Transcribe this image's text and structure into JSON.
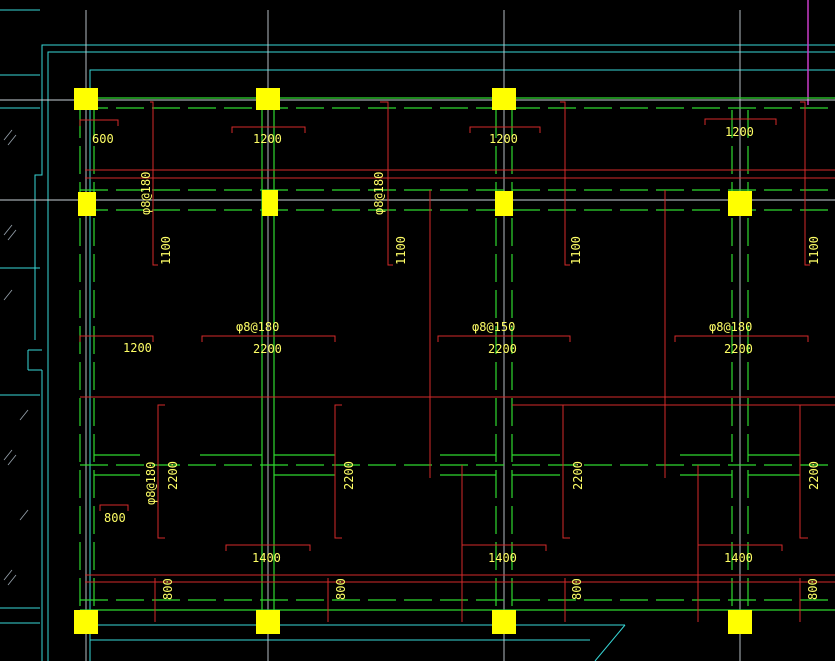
{
  "colors": {
    "background": "#000000",
    "grid": "#c8d2d8",
    "wall": "#37d7d7",
    "rebar": "#d42a2a",
    "beam": "#2fd82f",
    "column": "#ffff00",
    "text": "#ffff66",
    "magenta": "#c83cc8"
  },
  "labels": {
    "dims": {
      "d600": "600",
      "d1200": "1200",
      "d2200": "2200",
      "d1100": "1100",
      "d800": "800",
      "d1400": "1400"
    },
    "rebar": {
      "r180": "φ8@180",
      "r150": "φ8@150"
    }
  }
}
